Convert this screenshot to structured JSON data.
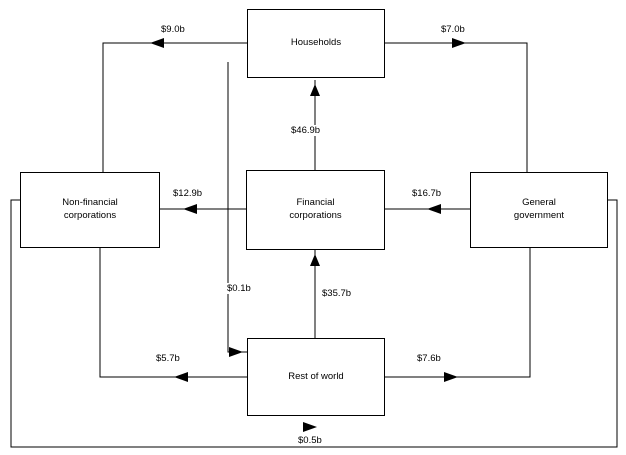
{
  "diagram": {
    "title": "",
    "type": "flow-diagram",
    "currency_unit": "billions of dollars",
    "nodes": [
      {
        "id": "households",
        "label": "Households"
      },
      {
        "id": "non_financial",
        "label": "Non-financial\ncorporations"
      },
      {
        "id": "financial",
        "label": "Financial\ncorporations"
      },
      {
        "id": "general_government",
        "label": "General\ngovernment"
      },
      {
        "id": "rest_of_world",
        "label": "Rest of world"
      }
    ],
    "flows": [
      {
        "id": "flow-households-to-nonfinancial",
        "from": "households",
        "to": "non_financial",
        "label": "$9.0b",
        "value": 9.0
      },
      {
        "id": "flow-households-to-government",
        "from": "households",
        "to": "general_government",
        "label": "$7.0b",
        "value": 7.0
      },
      {
        "id": "flow-financial-to-households",
        "from": "financial",
        "to": "households",
        "label": "$46.9b",
        "value": 46.9
      },
      {
        "id": "flow-financial-to-nonfinancial",
        "from": "financial",
        "to": "non_financial",
        "label": "$12.9b",
        "value": 12.9
      },
      {
        "id": "flow-government-to-financial",
        "from": "general_government",
        "to": "financial",
        "label": "$16.7b",
        "value": 16.7
      },
      {
        "id": "flow-households-to-restofworld",
        "from": "households",
        "to": "rest_of_world",
        "label": "$0.1b",
        "value": 0.1
      },
      {
        "id": "flow-restofworld-to-financial",
        "from": "rest_of_world",
        "to": "financial",
        "label": "$35.7b",
        "value": 35.7
      },
      {
        "id": "flow-nonfinancial-to-restofworld",
        "from": "non_financial",
        "to": "rest_of_world",
        "label": "$5.7b",
        "value": 5.7
      },
      {
        "id": "flow-restofworld-to-government",
        "from": "rest_of_world",
        "to": "general_government",
        "label": "$7.6b",
        "value": 7.6
      },
      {
        "id": "flow-government-to-nonfinancial",
        "from": "general_government",
        "to": "non_financial",
        "label": "$0.5b",
        "value": 0.5
      }
    ]
  },
  "colors": {
    "stroke": "#000000",
    "background": "#ffffff",
    "text": "#000000"
  }
}
